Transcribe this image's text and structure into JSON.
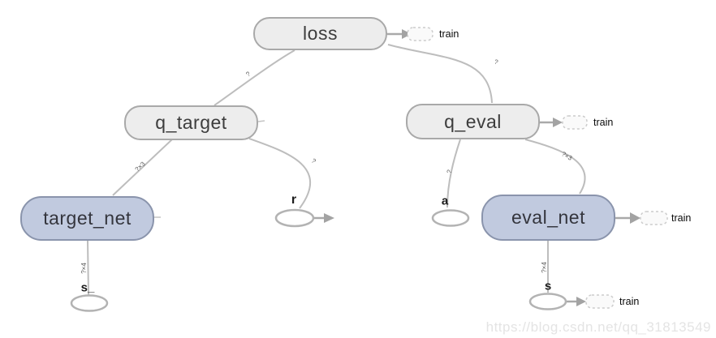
{
  "graph": {
    "nodes": {
      "loss": "loss",
      "q_target": "q_target",
      "q_eval": "q_eval",
      "target_net": "target_net",
      "eval_net": "eval_net"
    },
    "inputs": {
      "s_": "s_",
      "s": "s",
      "r": "r",
      "a": "a"
    },
    "train_label": "train",
    "edge_labels": {
      "q_target_loss": "?",
      "loss_q_eval": "?",
      "q_target_target_net": "?×3",
      "q_target_r": "?",
      "q_eval_a": "?",
      "q_eval_eval_net": "?×3",
      "target_net_s_": "?×4",
      "eval_net_s": "?×4"
    }
  },
  "colors": {
    "op_node_fill": "#ededed",
    "op_node_border": "#a9a9a9",
    "net_node_fill": "#c1cadf",
    "net_node_border": "#8a94ac",
    "edge": "#bdbdbd",
    "arrowhead": "#a3a3a3",
    "train_box_border": "#cccccc"
  },
  "watermark": "https://blog.csdn.net/qq_31813549"
}
